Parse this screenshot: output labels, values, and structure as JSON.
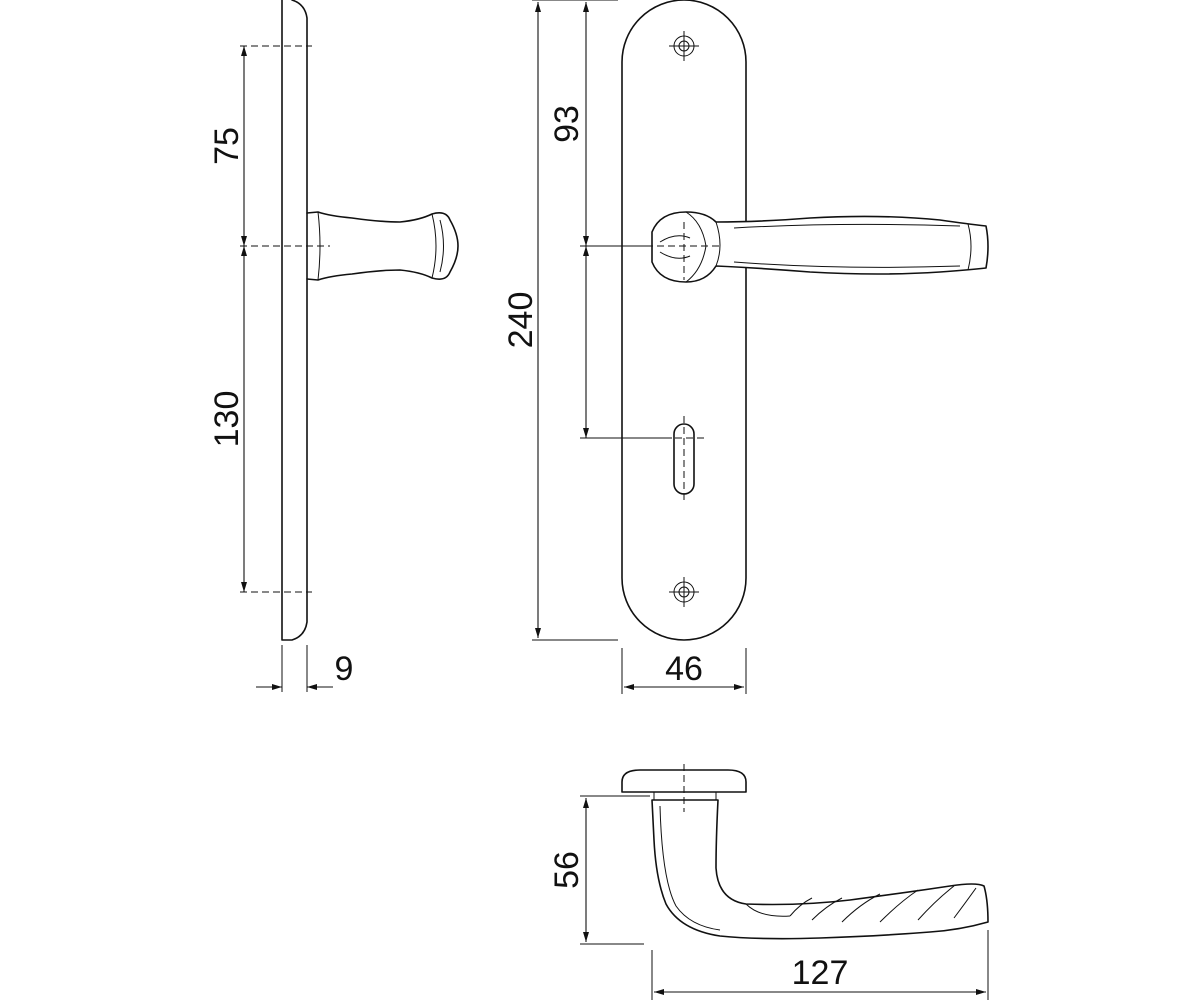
{
  "dimensions": {
    "back_plate_top_to_spindle": "75",
    "spindle_to_back_plate_bottom": "130",
    "plate_thickness": "9",
    "plate_height": "240",
    "top_to_spindle": "93",
    "plate_width": "46",
    "handle_projection": "56",
    "handle_length": "127"
  }
}
